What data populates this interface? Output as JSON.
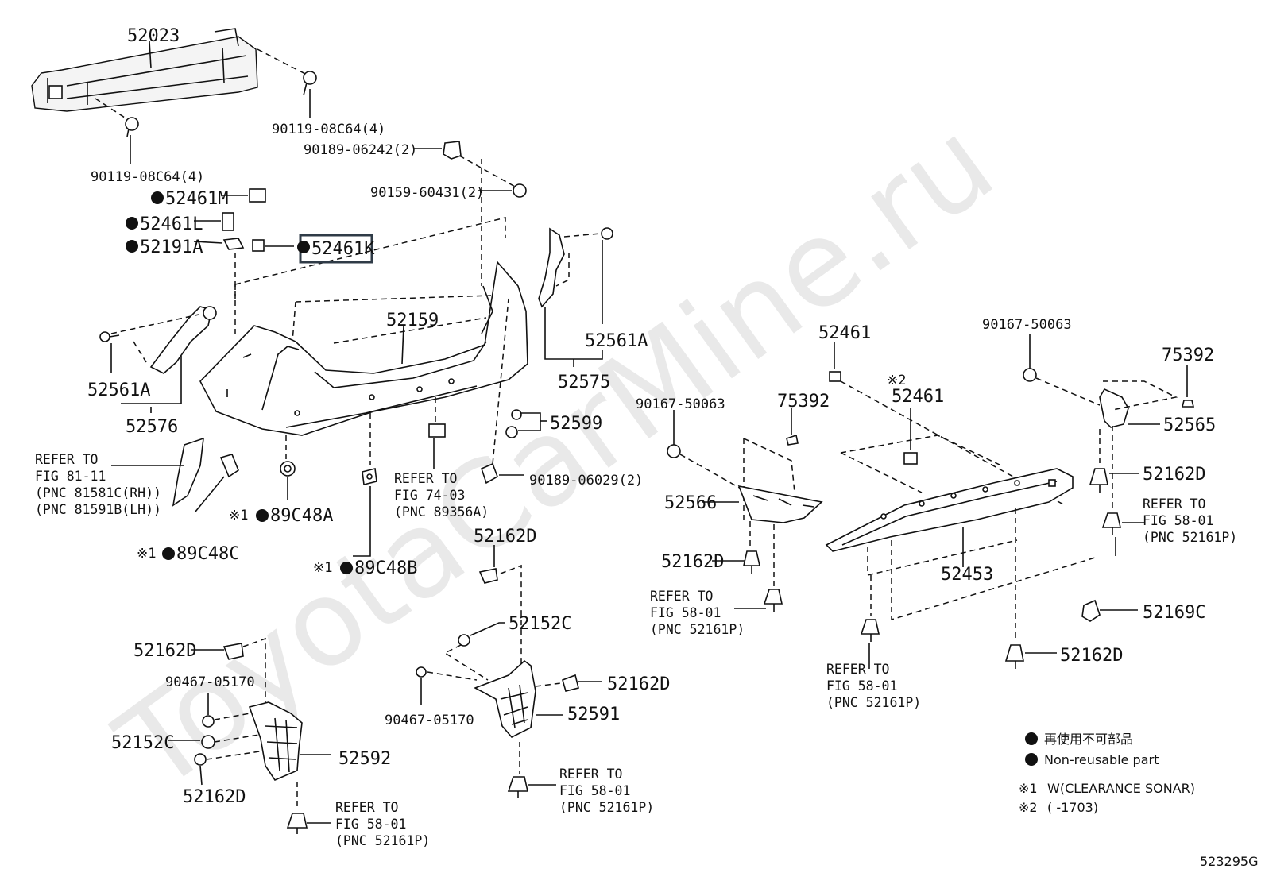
{
  "watermark": "ToyotaCarMine.ru",
  "figure_code": "523295G",
  "highlighted_part": "52461K",
  "labels": {
    "l_52023": "52023",
    "l_90119_a": "90119-08C64(4)",
    "l_90119_b": "90119-08C64(4)",
    "l_90189_a": "90189-06242(2)",
    "l_90159": "90159-60431(2)",
    "l_52461M": "52461M",
    "l_52461L": "52461L",
    "l_52191A": "52191A",
    "l_52461K": "52461K",
    "l_52159": "52159",
    "l_52561A_r": "52561A",
    "l_52575": "52575",
    "l_52561A_l": "52561A",
    "l_52576": "52576",
    "l_52599": "52599",
    "l_90189_b": "90189-06029(2)",
    "l_89C48A": "89C48A",
    "l_89C48C": "89C48C",
    "l_89C48B": "89C48B",
    "l_52461_a": "52461",
    "l_90167_r": "90167-50063",
    "l_75392_r": "75392",
    "l_52565": "52565",
    "l_52162D_r1": "52162D",
    "l_90167_m": "90167-50063",
    "l_75392_m": "75392",
    "l_52461_b": "52461",
    "l_52566": "52566",
    "l_52162D_m": "52162D",
    "l_52453": "52453",
    "l_52169C": "52169C",
    "l_52162D_r2": "52162D",
    "l_52162D_c": "52162D",
    "l_52152C_c": "52152C",
    "l_52162D_c2": "52162D",
    "l_52591": "52591",
    "l_90467_c": "90467-05170",
    "l_52162D_l": "52162D",
    "l_90467_l": "90467-05170",
    "l_52152C_l": "52152C",
    "l_52592": "52592",
    "l_52162D_l2": "52162D"
  },
  "marks": {
    "m_x1_89C48A": "※1",
    "m_x1_89C48C": "※1",
    "m_x1_89C48B": "※1",
    "m_x2_52461": "※2"
  },
  "refs": {
    "r_81_11": [
      "REFER TO",
      "FIG 81-11",
      "(PNC 81581C(RH))",
      "(PNC 81591B(LH))"
    ],
    "r_74_03": [
      "REFER TO",
      "FIG 74-03",
      "(PNC 89356A)"
    ],
    "r_58_01_m": [
      "REFER TO",
      "FIG 58-01",
      "(PNC 52161P)"
    ],
    "r_58_01_r": [
      "REFER TO",
      "FIG 58-01",
      "(PNC 52161P)"
    ],
    "r_58_01_b": [
      "REFER TO",
      "FIG 58-01",
      "(PNC 52161P)"
    ],
    "r_58_01_c": [
      "REFER TO",
      "FIG 58-01",
      "(PNC 52161P)"
    ],
    "r_58_01_l": [
      "REFER TO",
      "FIG 58-01",
      "(PNC 52161P)"
    ]
  },
  "legend": {
    "jp": "再使用不可部品",
    "en": "Non-reusable part",
    "note1_mark": "※1",
    "note1_text": "W(CLEARANCE SONAR)",
    "note2_mark": "※2",
    "note2_text": "(      -1703)"
  }
}
